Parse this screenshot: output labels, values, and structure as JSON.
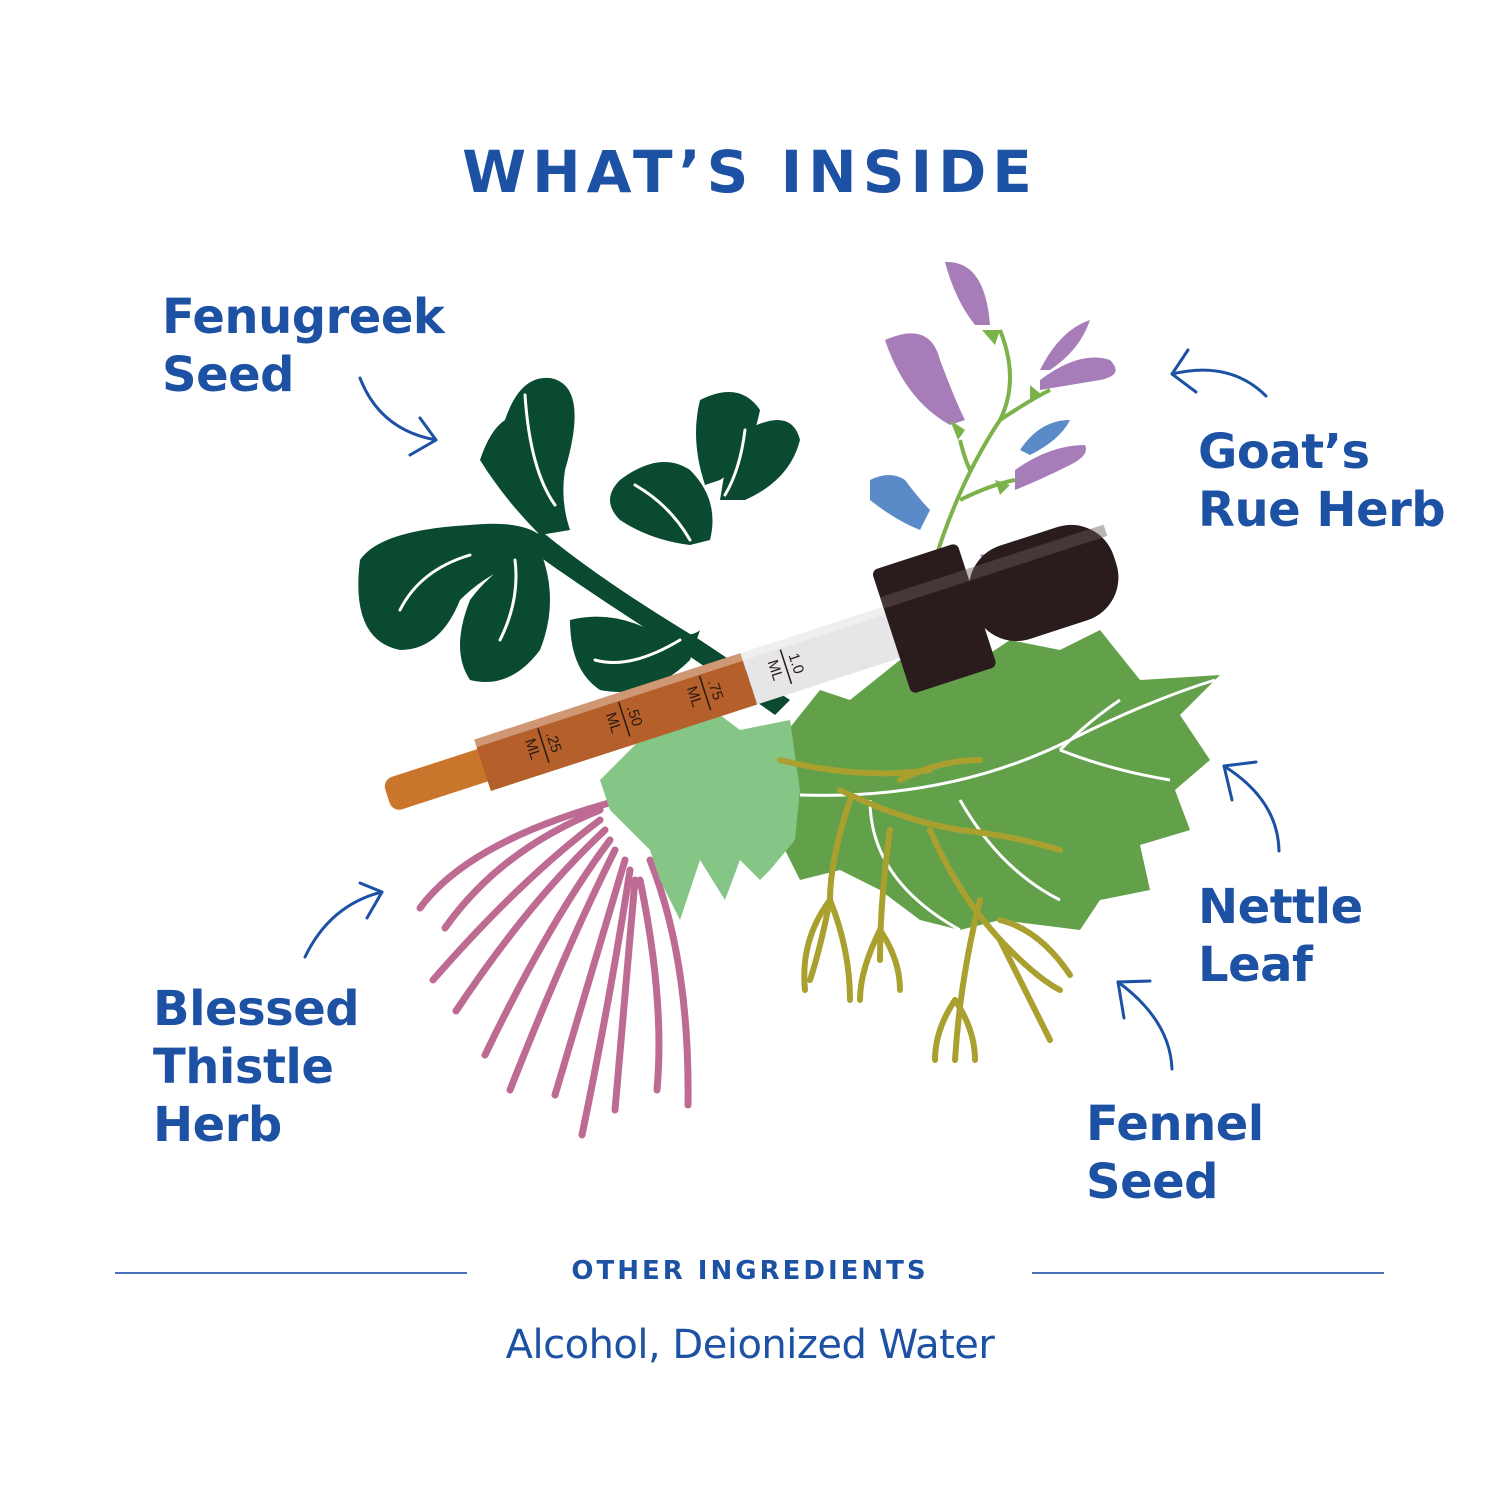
{
  "header": {
    "title": "WHAT’S INSIDE"
  },
  "ingredients": [
    {
      "id": "fenugreek",
      "lines": [
        "Fenugreek",
        "Seed"
      ],
      "color": "#0a4a30"
    },
    {
      "id": "goats-rue",
      "lines": [
        "Goat’s",
        "Rue Herb"
      ],
      "color": "#a67db8"
    },
    {
      "id": "nettle",
      "lines": [
        "Nettle",
        "Leaf"
      ],
      "color": "#63a04a"
    },
    {
      "id": "fennel",
      "lines": [
        "Fennel",
        "Seed"
      ],
      "color": "#a9a030"
    },
    {
      "id": "blessed-thistle",
      "lines": [
        "Blessed",
        "Thistle",
        "Herb"
      ],
      "color": "#bd6b93"
    }
  ],
  "dropper": {
    "marks": [
      {
        "value": "1.0",
        "unit": "ML"
      },
      {
        "value": ".75",
        "unit": "ML"
      },
      {
        "value": ".50",
        "unit": "ML"
      },
      {
        "value": ".25",
        "unit": "ML"
      }
    ]
  },
  "other_ingredients": {
    "heading": "OTHER INGREDIENTS",
    "value": "Alcohol, Deionized Water"
  },
  "colors": {
    "text_blue": "#1c51a4",
    "fenugreek_green": "#0a4a30",
    "goats_rue_purple": "#a67db8",
    "goats_rue_blue": "#5b8ac9",
    "nettle_green": "#63a04a",
    "thistle_leaf_green": "#85c586",
    "thistle_pink": "#bd6b93",
    "fennel_olive": "#a9a030",
    "tincture_amber": "#b5602a",
    "dropper_cap": "#2a1c1c"
  }
}
